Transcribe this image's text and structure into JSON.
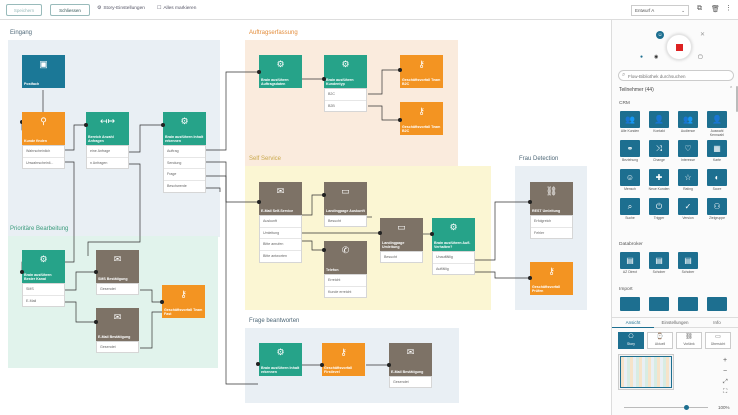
{
  "toolbar": {
    "save": "Speichern",
    "close": "Schliessen",
    "story_settings": "Story-Einstellungen",
    "select_all": "Alles markieren",
    "zoom_select": "Entwurf A"
  },
  "regions": [
    {
      "title": "Eingang",
      "color": "#e9eff4",
      "title_color": "#4f6878"
    },
    {
      "title": "Auftragserfassung",
      "color": "#faebdd",
      "title_color": "#e38d3c"
    },
    {
      "title": "Self Service",
      "color": "#fbf6d3",
      "title_color": "#caa94c"
    },
    {
      "title": "Frau Detection",
      "color": "#e9eff4",
      "title_color": "#4f6878"
    },
    {
      "title": "Prioritäre Bearbeitung",
      "color": "#e1f3ec",
      "title_color": "#3b9b7c"
    },
    {
      "title": "Frage beantworten",
      "color": "#e9eff4",
      "title_color": "#4f6878"
    }
  ],
  "nodes": {
    "postfach": "Postfach",
    "kunde_finden": "Kunde finden",
    "bereich": "Bereich Anzahl Anfragen",
    "inhalt1": "Brain ausführen Inhalt erkennen",
    "auftragsdaten": "Brain ausführen Auftragsdaten",
    "kundentyp": "Brain ausführen Kundentyp",
    "gf_b2c": "Geschäftsvorfall Team B2C",
    "gf_b2b": "Geschäftsvorfall Team B2C",
    "email_self": "E-Mail Self-Service",
    "landing1": "Landingpage Auskunft",
    "telefon": "Telefon",
    "landing2": "Landingpage Umleitung",
    "brain_aufl": "Brain ausführen Aufl. Verhalten?",
    "rest": "REST Umleitung",
    "gf_prufen": "Geschäftsvorfall Prüfen",
    "bester_kanal": "Brain ausführen Bester Kanal",
    "sms": "SMS Bestätigung",
    "email_best": "E-Mail Bestätigung",
    "gf_fast": "Geschäftsvorfall Team Fast",
    "inhalt2": "Brain ausführen Inhalt erkennen",
    "gf_first": "Geschäftsvorfall Firstlevel",
    "email_best2": "E-Mail Bestätigung"
  },
  "options": {
    "kunde": [
      "Wahrscheinlich",
      "Unwahrscheinli..."
    ],
    "bereich": [
      "eine Anfrage",
      "n Anfragen"
    ],
    "inhalt1": [
      "Auftrag",
      "Sendung",
      "Frage",
      "Beschwerde"
    ],
    "kundentyp": [
      "B2C",
      "B2B"
    ],
    "email_self": [
      "Auskunft",
      "Umleitung",
      "Bitte anrufen",
      "Bitte antworten"
    ],
    "landing1": [
      "Besucht"
    ],
    "telefon": [
      "Erreicht",
      "Kunde erreicht"
    ],
    "landing2": [
      "Besucht"
    ],
    "brain_aufl": [
      "Unauffällig",
      "Auffällig"
    ],
    "rest": [
      "Erfolgreich",
      "Fehler"
    ],
    "bester_kanal": [
      "SMS",
      "E-Mail"
    ],
    "sms": [
      "Gesendet"
    ],
    "email_best": [
      "Gesendet"
    ],
    "email_best2": [
      "Gesendet"
    ]
  },
  "sidebar": {
    "search_placeholder": "Flow-Bibliothek durchsuchen",
    "participants": "Teilnehmer (44)",
    "crm": "CRM",
    "crm_items": [
      {
        "label": "Alle Kunden",
        "icon": "👥"
      },
      {
        "label": "Kontakt",
        "icon": "👤"
      },
      {
        "label": "Audience",
        "icon": "👥"
      },
      {
        "label": "Auswahl Kennzahl",
        "icon": "👤"
      },
      {
        "label": "Beziehung",
        "icon": "⚭"
      },
      {
        "label": "Change",
        "icon": "⤨"
      },
      {
        "label": "Interesse",
        "icon": "♡"
      },
      {
        "label": "Karte",
        "icon": "▦"
      },
      {
        "label": "Mensch",
        "icon": "☺"
      },
      {
        "label": "Neue Kunden",
        "icon": "✚"
      },
      {
        "label": "Rating",
        "icon": "☆"
      },
      {
        "label": "Score",
        "icon": "◐"
      },
      {
        "label": "Suche",
        "icon": "⌕"
      },
      {
        "label": "Trigger",
        "icon": "⏻"
      },
      {
        "label": "Version",
        "icon": "✓"
      },
      {
        "label": "Zielgruppe",
        "icon": "⚇"
      }
    ],
    "databroker": "Databroker",
    "databroker_items": [
      {
        "label": "AZ Direct",
        "icon": "▤"
      },
      {
        "label": "Schober",
        "icon": "▤"
      },
      {
        "label": "Schober",
        "icon": "▤"
      }
    ],
    "import": "Import",
    "tabs": [
      "Ansicht",
      "Einstellungen",
      "Info"
    ],
    "views": [
      {
        "label": "Story",
        "icon": "⎔"
      },
      {
        "label": "Aktuell",
        "icon": "⌚"
      },
      {
        "label": "Vorlänk",
        "icon": "⛓"
      },
      {
        "label": "Übersicht",
        "icon": "▭"
      }
    ],
    "zoom": "100%"
  }
}
